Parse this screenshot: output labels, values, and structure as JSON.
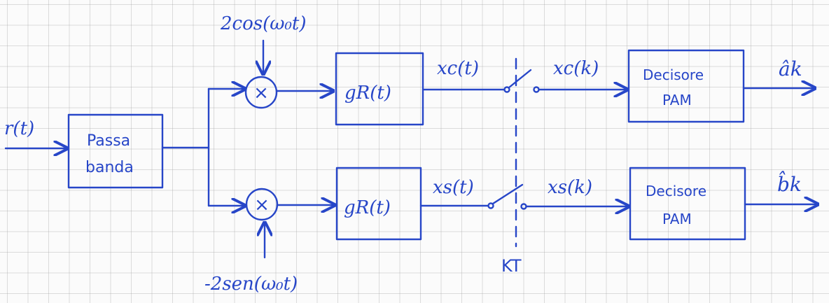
{
  "signals": {
    "input": "r(t)",
    "carrier_top": "2cos(ω₀t)",
    "carrier_bottom": "-2sen(ω₀t)",
    "xc_t": "xc(t)",
    "xc_k": "xc(k)",
    "xs_t": "xs(t)",
    "xs_k": "xs(k)",
    "sampling": "KT",
    "out_a": "âk",
    "out_b": "b̂k"
  },
  "blocks": {
    "bandpass_line1": "Passa",
    "bandpass_line2": "banda",
    "filter_top": "gR(t)",
    "filter_bottom": "gR(t)",
    "mixer_symbol": "×",
    "decisor_top_line1": "Decisore",
    "decisor_top_line2": "PAM",
    "decisor_bottom_line1": "Decisore",
    "decisor_bottom_line2": "PAM"
  },
  "colors": {
    "ink": "#2746c8",
    "grid": "#a0a0a0",
    "paper": "#fbfbfb"
  }
}
